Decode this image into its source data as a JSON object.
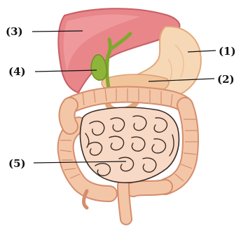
{
  "diagram": {
    "labels": [
      {
        "id": "label-1",
        "text": "(1)"
      },
      {
        "id": "label-2",
        "text": "(2)"
      },
      {
        "id": "label-3",
        "text": "(3)"
      },
      {
        "id": "label-4",
        "text": "(4)"
      },
      {
        "id": "label-5",
        "text": "(5)"
      }
    ],
    "colors": {
      "liver": "#e8868a",
      "liver_dark": "#c65f66",
      "stomach": "#f7d8b6",
      "stomach_dark": "#e3a97a",
      "gallbladder": "#8fb43a",
      "duct": "#7fa82c",
      "pancreas": "#f2c49a",
      "colon": "#f4c6a8",
      "colon_dark": "#d48e6d",
      "small_intestine": "#f8d9c5",
      "intestine_outline": "#3a2a24"
    }
  }
}
